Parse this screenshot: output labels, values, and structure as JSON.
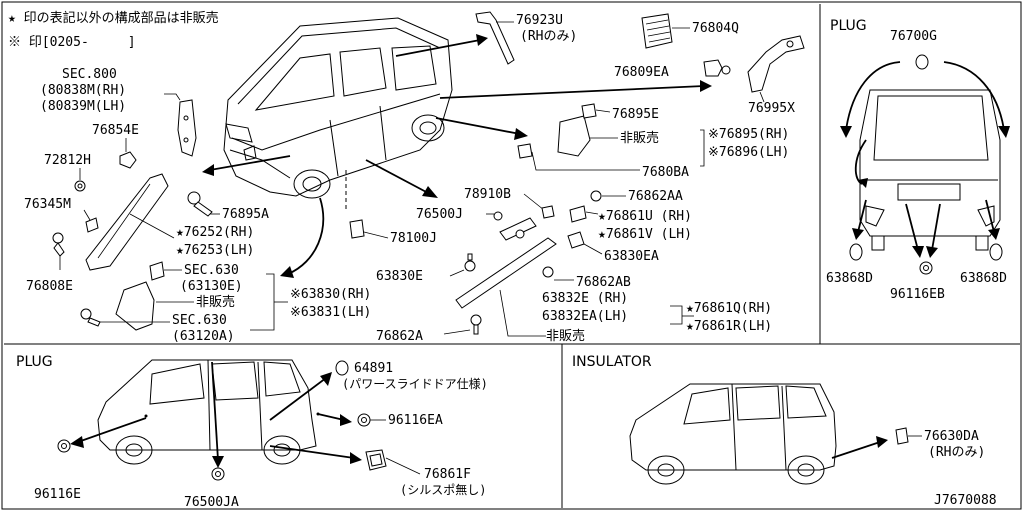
{
  "notes": {
    "line1": "★ 印の表記以外の構成部品は非販売",
    "line2": "※ 印[0205-　　　]"
  },
  "sections": {
    "plug_top": "PLUG",
    "plug_bottom": "PLUG",
    "insulator": "INSULATOR"
  },
  "labels": {
    "p76923U": "76923U",
    "p76923U_sub": "(RHのみ)",
    "p76804Q": "76804Q",
    "p76809EA": "76809EA",
    "p76995X": "76995X",
    "sec800": "SEC.800",
    "sec800_rh": "(80838M(RH)",
    "sec800_lh": "(80839M(LH)",
    "p76854E": "76854E",
    "p72812H": "72812H",
    "p76345M": "76345M",
    "p76808E": "76808E",
    "p76895A": "76895A",
    "p76252": "★76252(RH)",
    "p76253": "★76253(LH)",
    "sec630a": "SEC.630",
    "sec630a_sub": "(63130E)",
    "hihanbai1": "非販売",
    "sec630b": "SEC.630",
    "sec630b_sub": "(63120A)",
    "p63830": "※63830(RH)",
    "p63831": "※63831(LH)",
    "p76895E": "76895E",
    "hihanbai2": "非販売",
    "p76895": "※76895(RH)",
    "p76896": "※76896(LH)",
    "p7680BA": "7680BA",
    "p78100J": "78100J",
    "p78910B": "78910B",
    "p76862AA": "76862AA",
    "p76500J": "76500J",
    "p76861U": "★76861U (RH)",
    "p76861V": "★76861V (LH)",
    "p63830EA": "63830EA",
    "p63830E": "63830E",
    "p76862AB": "76862AB",
    "p63832E": "63832E (RH)",
    "p63832EA": "63832EA(LH)",
    "p76861Q": "★76861Q(RH)",
    "p76861R": "★76861R(LH)",
    "p76862A": "76862A",
    "hihanbai3": "非販売",
    "p76700G": "76700G",
    "p63868D_l": "63868D",
    "p63868D_r": "63868D",
    "p96116EB": "96116EB",
    "p64891": "64891",
    "p64891_sub": "(パワースライドドア仕様)",
    "p96116EA": "96116EA",
    "p76861F": "76861F",
    "p76861F_sub": "(シルスポ無し)",
    "p96116E": "96116E",
    "p76500JA": "76500JA",
    "p76630DA": "76630DA",
    "p76630DA_sub": "(RHのみ)",
    "diagram_id": "J7670088"
  }
}
